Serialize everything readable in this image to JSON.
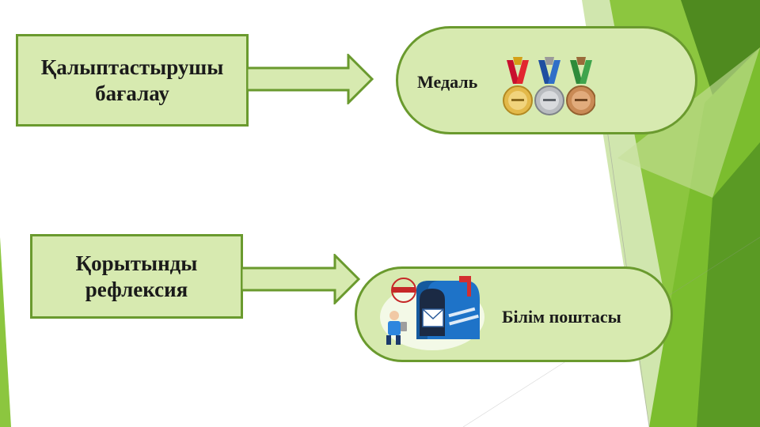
{
  "slide": {
    "left_top_box": "Қалыптастырушы\nбағалау",
    "left_bottom_box": "Қорытынды\nрефлексия",
    "top_pill_label": "Медаль",
    "bottom_pill_label": "Білім поштасы"
  },
  "colors": {
    "box_fill": "#d7eab0",
    "box_border": "#6a9a2e",
    "accent_green": "#8cc63f",
    "dark_green": "#4f8a1f"
  },
  "icons": {
    "arrow": "right-arrow-icon",
    "medals": "medals-illustration",
    "mailbox": "mailbox-illustration"
  }
}
